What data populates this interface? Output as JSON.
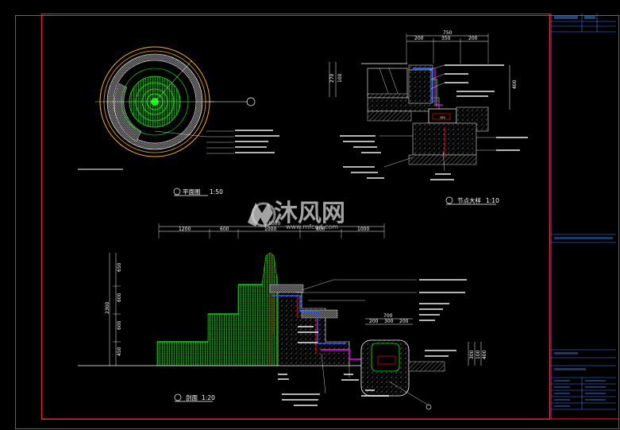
{
  "colors": {
    "background": "#000000",
    "frame": "#ff2020",
    "linework": "#ffffff",
    "water": "#00ff00",
    "fill_grey": "#bfbfbf",
    "rings": "#ffb000",
    "accent_blue": "#2060ff",
    "accent_magenta": "#ff00ff",
    "accent_red": "#ff0000",
    "titleblock": "#4080ff"
  },
  "views": {
    "plan": {
      "title": "平面图",
      "scale": "1:50",
      "index_icon": "circle-index-icon"
    },
    "detail": {
      "title": "节点大样",
      "scale": "1:10",
      "dims_top": [
        "750",
        "200",
        "350",
        "200"
      ],
      "dims_left": [
        "270",
        "100"
      ],
      "dim_right": "400",
      "label_box": "280"
    },
    "section": {
      "title": "剖面",
      "scale": "1:20",
      "dims_top": [
        "1000",
        "1200",
        "600",
        "1000",
        "800",
        "1000"
      ],
      "dims_left": [
        "650",
        "600",
        "600",
        "450"
      ],
      "dim_left_total": "2300",
      "inset_dims": [
        "700",
        "200",
        "300",
        "200"
      ],
      "inset_dims_right": [
        "300",
        "100",
        "400"
      ]
    }
  },
  "watermark": {
    "text": "沐风网",
    "url": "www.mfcad.com",
    "logo": "mf-logo-icon"
  }
}
